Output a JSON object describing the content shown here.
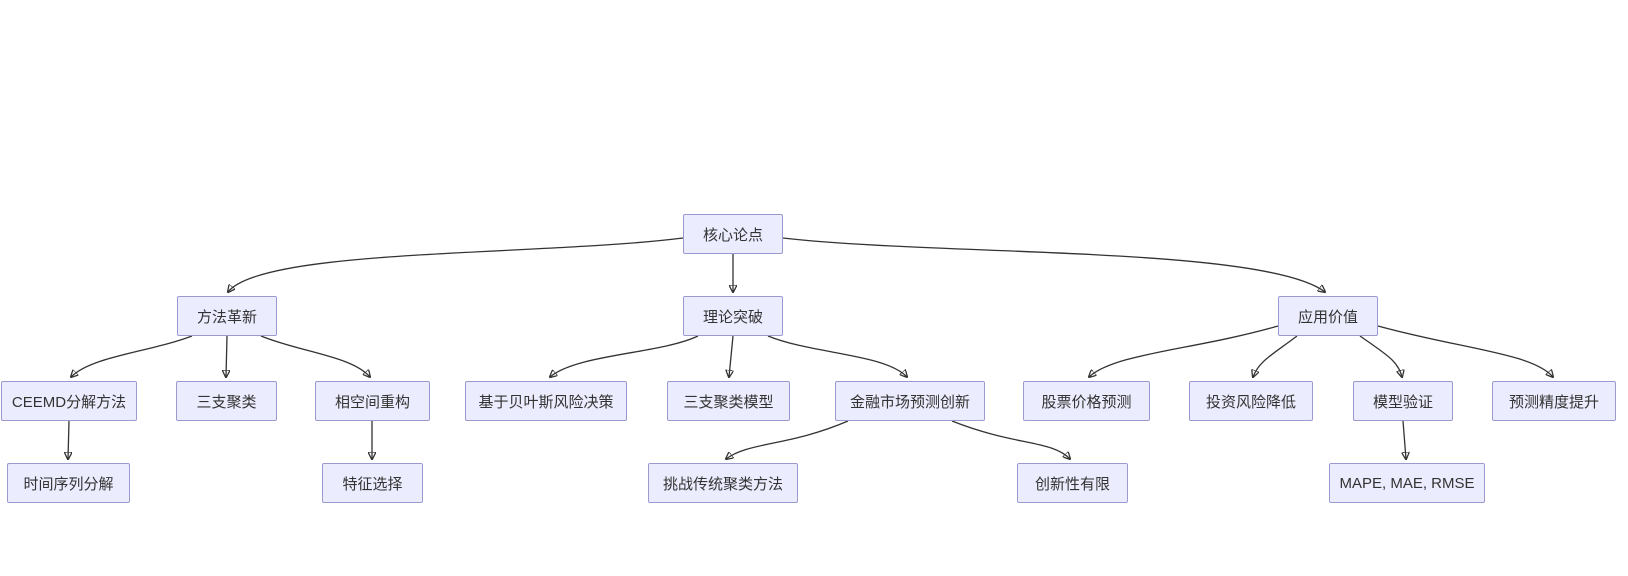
{
  "diagram": {
    "type": "flowchart-tree",
    "colors": {
      "background": "#ffffff",
      "node_fill": "#ececff",
      "node_border": "#9a9ad1",
      "edge": "#333333",
      "text": "#333333"
    },
    "nodes": [
      {
        "id": "core-thesis",
        "label": "核心论点",
        "level": 1
      },
      {
        "id": "method-innovation",
        "label": "方法革新",
        "level": 2
      },
      {
        "id": "theory-breakthrough",
        "label": "理论突破",
        "level": 2
      },
      {
        "id": "application-value",
        "label": "应用价值",
        "level": 2
      },
      {
        "id": "ceemd-decomposition",
        "label": "CEEMD分解方法",
        "level": 3
      },
      {
        "id": "three-way-clustering",
        "label": "三支聚类",
        "level": 3
      },
      {
        "id": "phase-space-reconstruction",
        "label": "相空间重构",
        "level": 3
      },
      {
        "id": "bayesian-risk-decision",
        "label": "基于贝叶斯风险决策",
        "level": 3
      },
      {
        "id": "three-way-clustering-model",
        "label": "三支聚类模型",
        "level": 3
      },
      {
        "id": "financial-market-prediction",
        "label": "金融市场预测创新",
        "level": 3
      },
      {
        "id": "stock-price-prediction",
        "label": "股票价格预测",
        "level": 3
      },
      {
        "id": "investment-risk-reduction",
        "label": "投资风险降低",
        "level": 3
      },
      {
        "id": "model-validation",
        "label": "模型验证",
        "level": 3
      },
      {
        "id": "prediction-accuracy",
        "label": "预测精度提升",
        "level": 3
      },
      {
        "id": "time-series-decomposition",
        "label": "时间序列分解",
        "level": 4
      },
      {
        "id": "feature-selection",
        "label": "特征选择",
        "level": 4
      },
      {
        "id": "challenge-traditional-clustering",
        "label": "挑战传统聚类方法",
        "level": 4
      },
      {
        "id": "limited-innovation",
        "label": "创新性有限",
        "level": 4
      },
      {
        "id": "evaluation-metrics",
        "label": "MAPE, MAE, RMSE",
        "level": 4
      }
    ],
    "edges": [
      {
        "from": "core-thesis",
        "to": "method-innovation"
      },
      {
        "from": "core-thesis",
        "to": "theory-breakthrough"
      },
      {
        "from": "core-thesis",
        "to": "application-value"
      },
      {
        "from": "method-innovation",
        "to": "ceemd-decomposition"
      },
      {
        "from": "method-innovation",
        "to": "three-way-clustering"
      },
      {
        "from": "method-innovation",
        "to": "phase-space-reconstruction"
      },
      {
        "from": "theory-breakthrough",
        "to": "bayesian-risk-decision"
      },
      {
        "from": "theory-breakthrough",
        "to": "three-way-clustering-model"
      },
      {
        "from": "theory-breakthrough",
        "to": "financial-market-prediction"
      },
      {
        "from": "application-value",
        "to": "stock-price-prediction"
      },
      {
        "from": "application-value",
        "to": "investment-risk-reduction"
      },
      {
        "from": "application-value",
        "to": "model-validation"
      },
      {
        "from": "application-value",
        "to": "prediction-accuracy"
      },
      {
        "from": "ceemd-decomposition",
        "to": "time-series-decomposition"
      },
      {
        "from": "phase-space-reconstruction",
        "to": "feature-selection"
      },
      {
        "from": "financial-market-prediction",
        "to": "challenge-traditional-clustering"
      },
      {
        "from": "financial-market-prediction",
        "to": "limited-innovation"
      },
      {
        "from": "model-validation",
        "to": "evaluation-metrics"
      }
    ]
  }
}
